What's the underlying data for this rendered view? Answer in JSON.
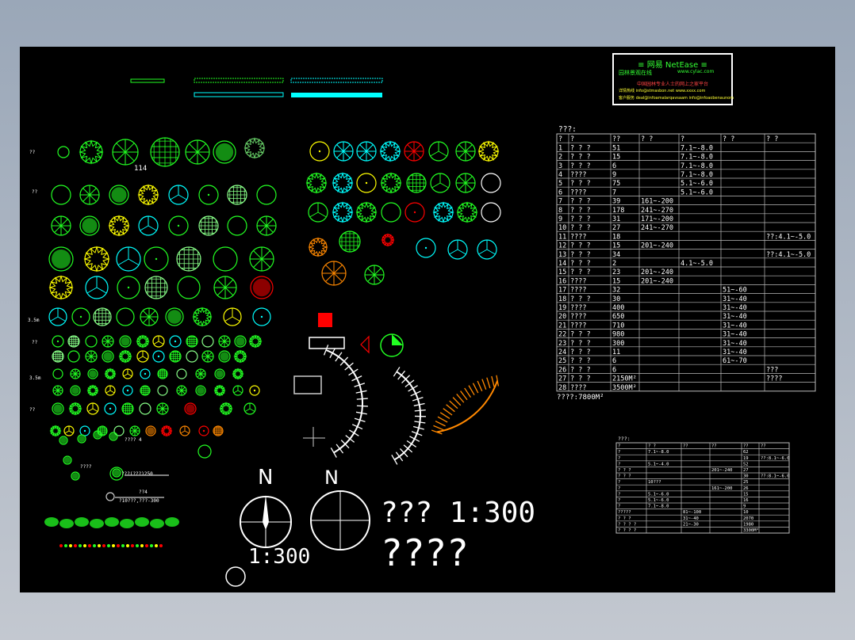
{
  "logo": {
    "title": "≡ 网易 NetEase ≡",
    "subtitle": "园林景观在线",
    "url": "www.cylac.com",
    "slogan": "中国园林专业人士的网上之家平台",
    "line1": "详情热线 info@stmasbon.net www.xxxx.com",
    "line2": "客户服务 deal@infoamalarqavsaam info@infoaobenaunom"
  },
  "labels": {
    "plan_title": "??? 1:300",
    "plan_title2": "????",
    "scale": "1:300",
    "north": "N",
    "north_small": "N",
    "sample_1": "114",
    "legend_1": "???? 4",
    "legend_2": "????",
    "legend_3": "???(???)250",
    "legend_4": "??4",
    "legend_5": "?10???,???-300",
    "row_marker_1": "??",
    "row_marker_2": "??",
    "row_marker_3": "3.5m",
    "row_marker_4": "??",
    "row_marker_5": "3.5m",
    "row_marker_6": "??"
  },
  "table1": {
    "title": "???:",
    "headers": [
      "?",
      "?",
      "??",
      "? ?",
      "?",
      "? ?",
      "? ?",
      "? ?"
    ],
    "rows": [
      [
        "1",
        "? ? ?",
        "51",
        "",
        "7.1~-8.0",
        "",
        ""
      ],
      [
        "2",
        "? ? ?",
        "15",
        "",
        "7.1~-8.0",
        "",
        ""
      ],
      [
        "3",
        "? ? ?",
        "6",
        "",
        "7.1~-8.0",
        "",
        ""
      ],
      [
        "4",
        "????",
        "9",
        "",
        "7.1~-8.0",
        "",
        ""
      ],
      [
        "5",
        "? ? ?",
        "75",
        "",
        "5.1~-6.0",
        "",
        ""
      ],
      [
        "6",
        "????",
        "7",
        "",
        "5.1~-6.0",
        "",
        ""
      ],
      [
        "7",
        "? ? ?",
        "39",
        "161~-200",
        "",
        "",
        ""
      ],
      [
        "8",
        "? ? ?",
        "178",
        "241~-270",
        "",
        "",
        ""
      ],
      [
        "9",
        "? ? ?",
        "31",
        "171~-200",
        "",
        "",
        ""
      ],
      [
        "10",
        "? ? ?",
        "27",
        "241~-270",
        "",
        "",
        ""
      ],
      [
        "11",
        "????",
        "18",
        "",
        "",
        "",
        "??:4.1~-5.0"
      ],
      [
        "12",
        "? ? ?",
        "15",
        "201~-240",
        "",
        "",
        ""
      ],
      [
        "13",
        "? ? ?",
        "34",
        "",
        "",
        "",
        "??:4.1~-5.0"
      ],
      [
        "14",
        "? ? ?",
        "2",
        "",
        "4.1~-5.0",
        "",
        ""
      ],
      [
        "15",
        "? ? ?",
        "23",
        "201~-240",
        "",
        "",
        ""
      ],
      [
        "16",
        "????",
        "15",
        "201~-240",
        "",
        "",
        ""
      ],
      [
        "17",
        "????",
        "32",
        "",
        "",
        "51~-60",
        ""
      ],
      [
        "18",
        "? ? ?",
        "30",
        "",
        "",
        "31~-40",
        ""
      ],
      [
        "19",
        "????",
        "400",
        "",
        "",
        "31~-40",
        ""
      ],
      [
        "20",
        "????",
        "650",
        "",
        "",
        "31~-40",
        ""
      ],
      [
        "21",
        "????",
        "710",
        "",
        "",
        "31~-40",
        ""
      ],
      [
        "22",
        "? ? ?",
        "980",
        "",
        "",
        "31~-40",
        ""
      ],
      [
        "23",
        "? ? ?",
        "300",
        "",
        "",
        "31~-40",
        ""
      ],
      [
        "24",
        "? ? ?",
        "11",
        "",
        "",
        "31~-40",
        ""
      ],
      [
        "25",
        "? ? ?",
        "6",
        "",
        "",
        "61~-70",
        ""
      ],
      [
        "26",
        "? ? ?",
        "6",
        "",
        "",
        "",
        "???"
      ],
      [
        "27",
        "? ? ?",
        "2150M²",
        "",
        "",
        "",
        "????"
      ],
      [
        "28",
        "????",
        "3500M²",
        "",
        "",
        "",
        ""
      ]
    ],
    "footer": "????:7800M²"
  },
  "table2": {
    "title": "???:",
    "headers": [
      "?",
      "? ?",
      "??",
      "??",
      "??",
      "??",
      "?"
    ],
    "rows": [
      [
        "?",
        "7.1~-8.0",
        "",
        "",
        "62",
        ""
      ],
      [
        "?",
        "",
        "",
        "",
        "19",
        "??:8.1~-6.0"
      ],
      [
        "?",
        "5.1~-4.0",
        "",
        "",
        "52",
        ""
      ],
      [
        "? ? ?",
        "",
        "",
        "201~-240",
        "27",
        ""
      ],
      [
        "? ? ?",
        "",
        "",
        "",
        "30",
        "??:8.1~-6.0"
      ],
      [
        "?",
        "10???",
        "",
        "",
        "25",
        ""
      ],
      [
        "?",
        "",
        "",
        "161~-200",
        "26",
        ""
      ],
      [
        "?",
        "5.1~-6.0",
        "",
        "",
        "15",
        ""
      ],
      [
        "?",
        "5.1~-6.0",
        "",
        "",
        "16",
        ""
      ],
      [
        "?",
        "7.1~-8.0",
        "",
        "",
        "9",
        ""
      ],
      [
        "?????",
        "",
        "81~-100",
        "",
        "10",
        ""
      ],
      [
        "? ? ?",
        "",
        "31~-40",
        "",
        "2070",
        ""
      ],
      [
        "? ? ? ?",
        "",
        "21~-30",
        "",
        "1980",
        ""
      ],
      [
        "? ? ? ?",
        "",
        "",
        "",
        "3300M²",
        ""
      ]
    ]
  },
  "colors": {
    "green": "#2f2",
    "yellow": "#ff0",
    "cyan": "#0ff",
    "red": "#f00",
    "white": "#fff",
    "orange": "#f80",
    "table_line": "#bbb"
  }
}
